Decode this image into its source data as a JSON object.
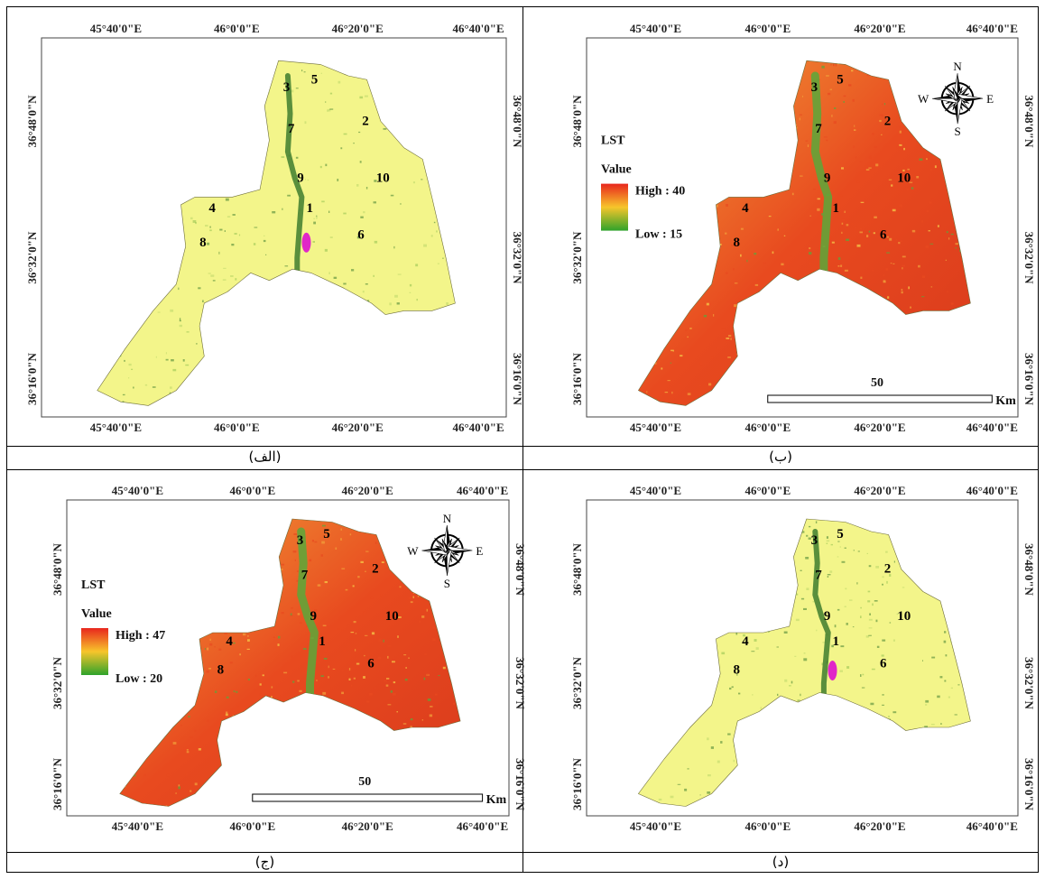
{
  "panels": [
    {
      "id": "a",
      "caption": "(الف)",
      "style": "landcover",
      "lon_ticks": [
        "45°40'0\"E",
        "46°0'0\"E",
        "46°20'0\"E",
        "46°40'0\"E"
      ],
      "lat_ticks": [
        "36°48'0\"N",
        "36°32'0\"N",
        "36°16'0\"N"
      ],
      "region_labels": [
        "1",
        "2",
        "3",
        "4",
        "5",
        "6",
        "7",
        "8",
        "9",
        "10"
      ],
      "legend": null,
      "scale": null
    },
    {
      "id": "b",
      "caption": "(ب)",
      "style": "lst",
      "lon_ticks": [
        "45°40'0\"E",
        "46°0'0\"E",
        "46°20'0\"E",
        "46°40'0\"E"
      ],
      "lat_ticks": [
        "36°48'0\"N",
        "36°32'0\"N",
        "36°16'0\"N"
      ],
      "region_labels": [
        "1",
        "2",
        "3",
        "4",
        "5",
        "6",
        "7",
        "8",
        "9",
        "10"
      ],
      "legend": {
        "title": "LST",
        "subtitle": "Value",
        "high": "High : 40",
        "low": "Low : 15",
        "colors": [
          "#e8261d",
          "#f7c52b",
          "#2fa32b"
        ]
      },
      "scale": {
        "value": "50",
        "unit": "Km"
      },
      "compass": {
        "n": "N",
        "s": "S",
        "e": "E",
        "w": "W"
      }
    },
    {
      "id": "c",
      "caption": "(ج)",
      "style": "lst",
      "lon_ticks": [
        "45°40'0\"E",
        "46°0'0\"E",
        "46°20'0\"E",
        "46°40'0\"E"
      ],
      "lat_ticks": [
        "36°48'0\"N",
        "36°32'0\"N",
        "36°16'0\"N"
      ],
      "region_labels": [
        "1",
        "2",
        "3",
        "4",
        "5",
        "6",
        "7",
        "8",
        "9",
        "10"
      ],
      "legend": {
        "title": "LST",
        "subtitle": "Value",
        "high": "High : 47",
        "low": "Low : 20",
        "colors": [
          "#e8261d",
          "#f7c52b",
          "#2fa32b"
        ]
      },
      "scale": {
        "value": "50",
        "unit": "Km"
      },
      "compass": {
        "n": "N",
        "s": "S",
        "e": "E",
        "w": "W"
      }
    },
    {
      "id": "d",
      "caption": "(د)",
      "style": "landcover",
      "lon_ticks": [
        "45°40'0\"E",
        "46°0'0\"E",
        "46°20'0\"E",
        "46°40'0\"E"
      ],
      "lat_ticks": [
        "36°48'0\"N",
        "36°32'0\"N",
        "36°16'0\"N"
      ],
      "region_labels": [
        "1",
        "2",
        "3",
        "4",
        "5",
        "6",
        "7",
        "8",
        "9",
        "10"
      ],
      "legend": null,
      "scale": null
    }
  ],
  "colors": {
    "landcover_base": "#f3f58a",
    "vegetation": "#3e7d2e",
    "urban": "#e026c8",
    "lst_hot": "#e84a1f",
    "lst_mid": "#f2a23a",
    "lst_cool": "#5aa83a"
  }
}
